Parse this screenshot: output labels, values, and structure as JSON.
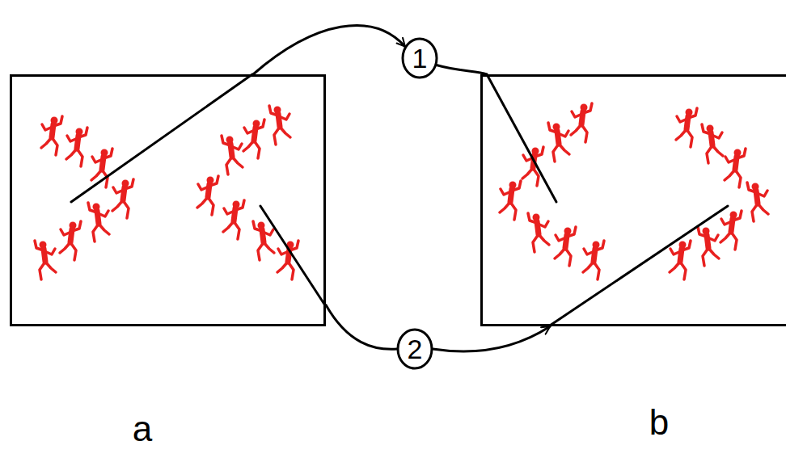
{
  "diagram": {
    "nodes": [
      {
        "text": [
          "a"
        ]
      },
      {
        "text": [
          "1"
        ]
      },
      {
        "text": [
          "2"
        ]
      },
      {
        "text": [
          "b"
        ]
      }
    ],
    "edges": [
      {
        "from": 0,
        "to": 1,
        "arrow": "to"
      },
      {
        "from": 1,
        "to": 3,
        "arrow": "none"
      },
      {
        "from": 0,
        "to": 2,
        "arrow": "none"
      },
      {
        "from": 2,
        "to": 3,
        "arrow": "to"
      }
    ]
  }
}
